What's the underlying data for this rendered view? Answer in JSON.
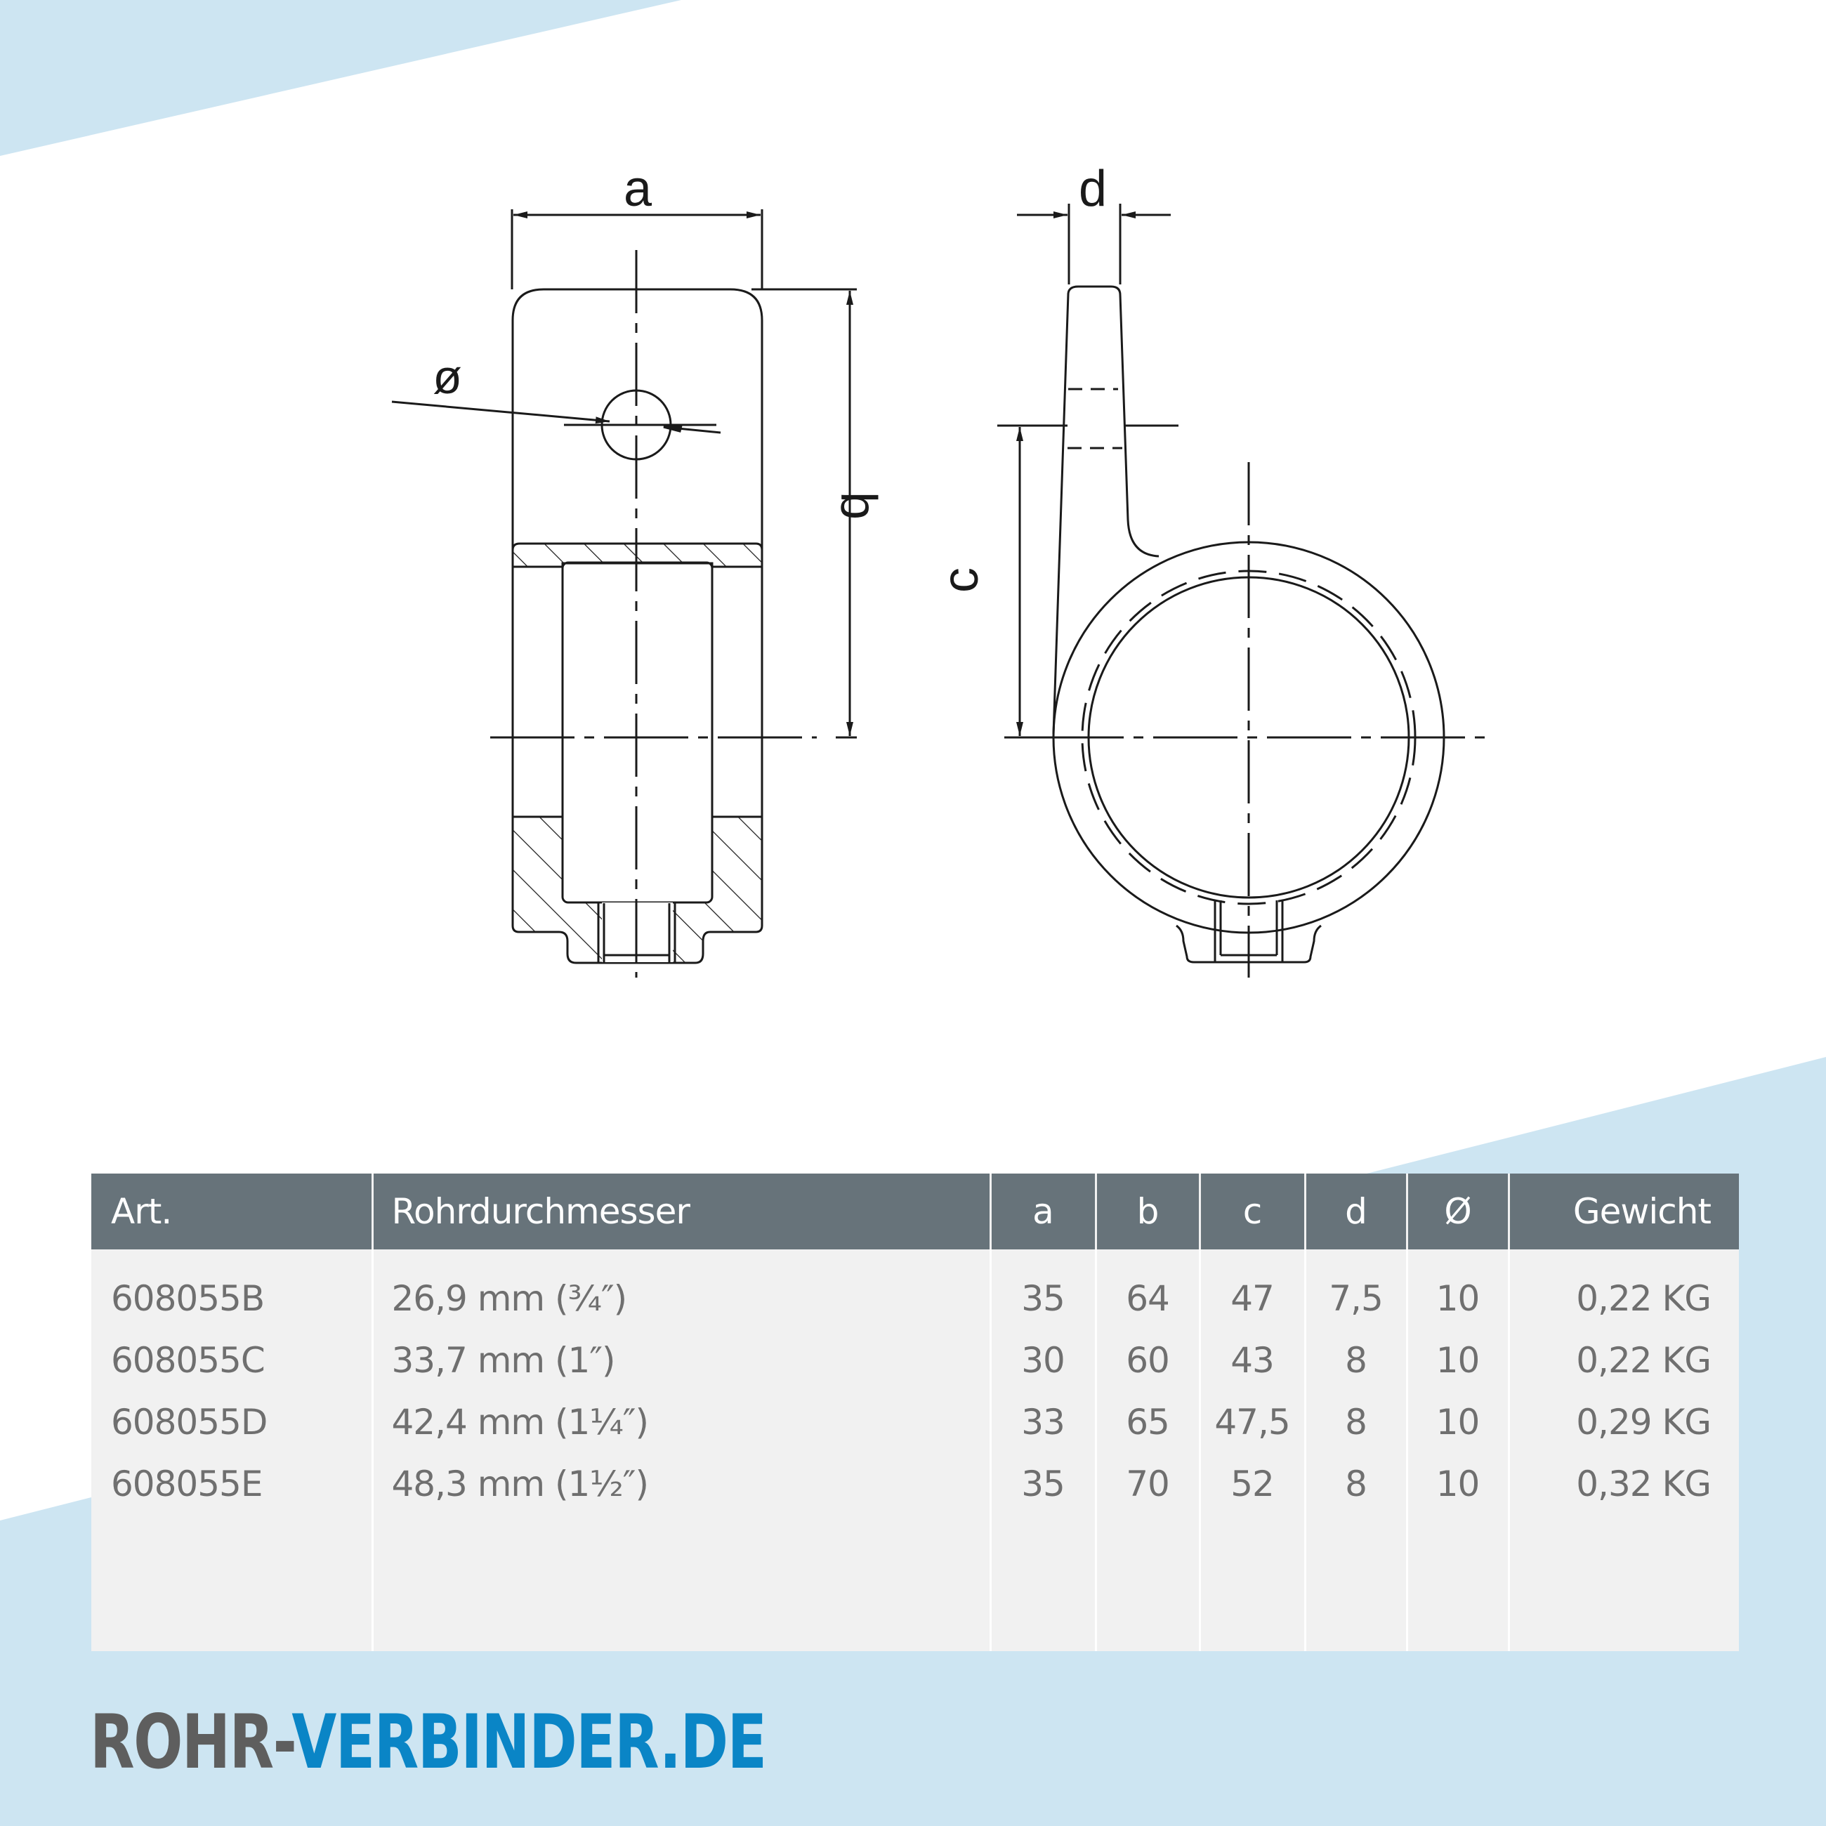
{
  "colors": {
    "background": "#ffffff",
    "accent_band": "#cde5f2",
    "header_bg": "#67737a",
    "header_text": "#ffffff",
    "body_bg": "#f1f1f1",
    "body_text": "#6f6f6f",
    "logo_grey": "#5e5e5e",
    "logo_blue": "#0a85c6",
    "drawing_line": "#1a1a1a"
  },
  "drawing": {
    "front_view": {
      "dimension_labels": {
        "a": "a",
        "b": "b",
        "hole": "ø"
      }
    },
    "side_view": {
      "dimension_labels": {
        "d": "d",
        "c": "c"
      }
    }
  },
  "table": {
    "headers": {
      "art": "Art.",
      "pipe_diameter": "Rohrdurchmesser",
      "a": "a",
      "b": "b",
      "c": "c",
      "d": "d",
      "hole": "Ø",
      "weight": "Gewicht"
    },
    "rows": [
      {
        "art": "608055B",
        "pipe_diameter": "26,9 mm (¾″)",
        "a": "35",
        "b": "64",
        "c": "47",
        "d": "7,5",
        "hole": "10",
        "weight": "0,22 KG"
      },
      {
        "art": "608055C",
        "pipe_diameter": "33,7 mm (1″)",
        "a": "30",
        "b": "60",
        "c": "43",
        "d": "8",
        "hole": "10",
        "weight": "0,22 KG"
      },
      {
        "art": "608055D",
        "pipe_diameter": "42,4 mm (1¼″)",
        "a": "33",
        "b": "65",
        "c": "47,5",
        "d": "8",
        "hole": "10",
        "weight": "0,29 KG"
      },
      {
        "art": "608055E",
        "pipe_diameter": "48,3 mm (1½″)",
        "a": "35",
        "b": "70",
        "c": "52",
        "d": "8",
        "hole": "10",
        "weight": "0,32 KG"
      }
    ]
  },
  "brand": {
    "part1": "ROHR-",
    "part2": "VERBINDER.DE"
  }
}
